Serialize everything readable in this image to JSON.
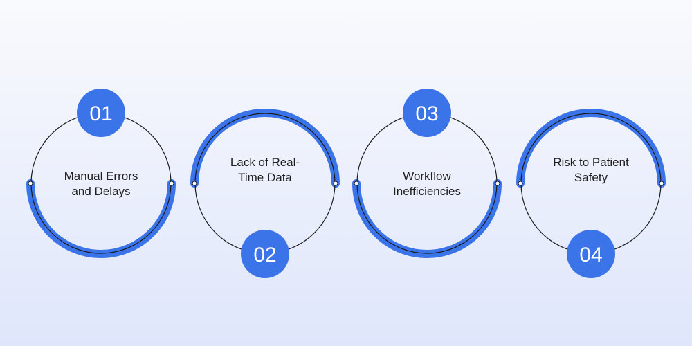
{
  "accent_color": "#3b74e8",
  "line_color": "#1a1a1a",
  "steps": [
    {
      "number": "01",
      "label_lines": [
        "Manual Errors",
        "and Delays"
      ]
    },
    {
      "number": "02",
      "label_lines": [
        "Lack of Real-",
        "Time Data"
      ]
    },
    {
      "number": "03",
      "label_lines": [
        "Workflow",
        "Inefficiencies"
      ]
    },
    {
      "number": "04",
      "label_lines": [
        "Risk to Patient",
        "Safety"
      ]
    }
  ]
}
